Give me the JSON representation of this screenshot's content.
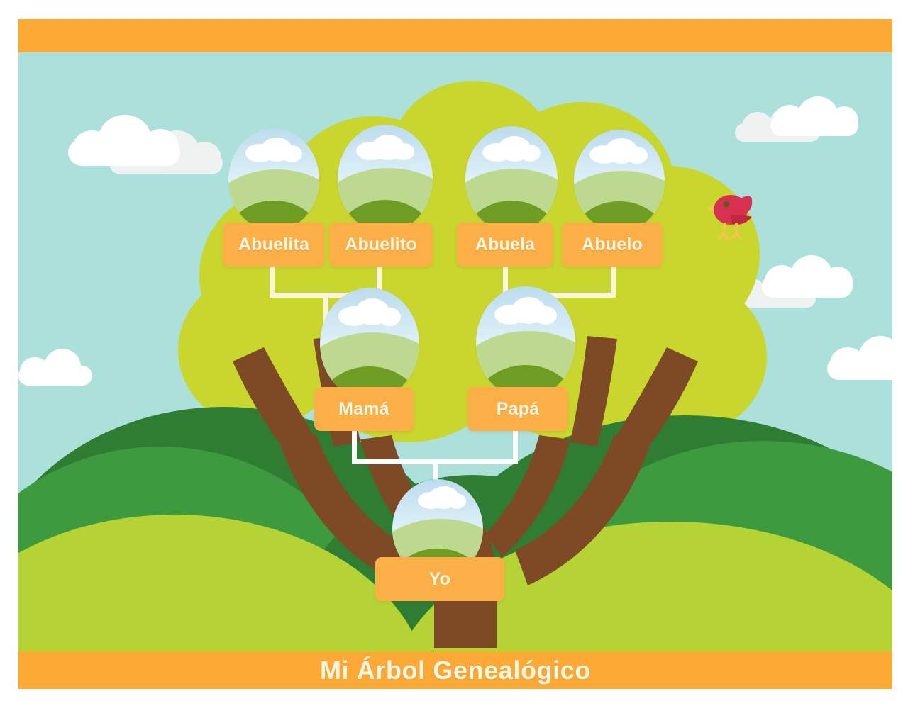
{
  "poster": {
    "title": "Mi Árbol Genealógico",
    "background_color": "#fcaa35",
    "sky_color": "#ace0da"
  },
  "palette": {
    "orange_frame": "#fcaa35",
    "label_orange": "#fcaf46",
    "label_text": "#fdf7e6",
    "canopy_green": "#c9d62e",
    "trunk_brown": "#7e4a25",
    "hill_dark_green": "#2f7d32",
    "hill_mid_green": "#3f9a3f",
    "hill_light_green": "#b5d335",
    "connector_cream": "#fbf6d8",
    "connector_white": "#ffffff",
    "bird_body": "#d8314f",
    "bird_beak": "#f5c54a"
  },
  "tree": {
    "generations": [
      {
        "name": "grandparents",
        "members": [
          {
            "id": "abuelita",
            "label": "Abuelita",
            "photo": "photo-placeholder"
          },
          {
            "id": "abuelito",
            "label": "Abuelito",
            "photo": "photo-placeholder"
          },
          {
            "id": "abuela",
            "label": "Abuela",
            "photo": "photo-placeholder"
          },
          {
            "id": "abuelo",
            "label": "Abuelo",
            "photo": "photo-placeholder"
          }
        ]
      },
      {
        "name": "parents",
        "members": [
          {
            "id": "mama",
            "label": "Mamá",
            "photo": "photo-placeholder"
          },
          {
            "id": "papa",
            "label": "Papá",
            "photo": "photo-placeholder"
          }
        ]
      },
      {
        "name": "self",
        "members": [
          {
            "id": "yo",
            "label": "Yo",
            "photo": "photo-placeholder"
          }
        ]
      }
    ],
    "connections": [
      {
        "from": [
          "abuelita",
          "abuelito"
        ],
        "to": "mama"
      },
      {
        "from": [
          "abuela",
          "abuelo"
        ],
        "to": "papa"
      },
      {
        "from": [
          "mama",
          "papa"
        ],
        "to": "yo"
      }
    ]
  },
  "decorations": {
    "bird": "bird-icon",
    "clouds": 6
  }
}
